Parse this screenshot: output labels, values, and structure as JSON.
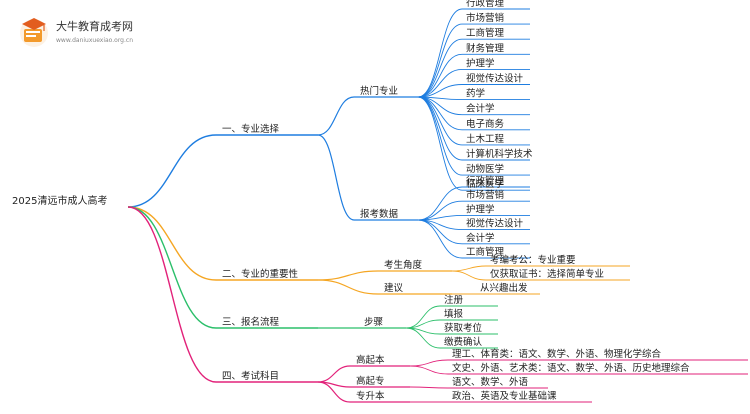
{
  "logo": {
    "title": "大牛教育成考网",
    "url": "www.daniuxuexiao.org.cn",
    "icon": "graduation-book-icon"
  },
  "root": "2025清远市成人高考",
  "colors": {
    "blue": "#1e7de0",
    "orange": "#f5a623",
    "green": "#2bbf6a",
    "magenta": "#e2227a"
  },
  "branches": [
    {
      "label": "一、专业选择",
      "children": [
        {
          "label": "热门专业",
          "leaves": [
            "行政管理",
            "市场营销",
            "工商管理",
            "财务管理",
            "护理学",
            "视觉传达设计",
            "药学",
            "会计学",
            "电子商务",
            "土木工程",
            "计算机科学技术",
            "动物医学",
            "临床医学"
          ]
        },
        {
          "label": "报考数据",
          "leaves": [
            "行政管理",
            "市场营销",
            "护理学",
            "视觉传达设计",
            "会计学",
            "工商管理"
          ]
        }
      ]
    },
    {
      "label": "二、专业的重要性",
      "children": [
        {
          "label": "考生角度",
          "leaves": [
            "考编考公：专业重要",
            "仅获取证书：选择简单专业"
          ]
        },
        {
          "label": "建议",
          "leaves": [
            "从兴趣出发"
          ]
        }
      ]
    },
    {
      "label": "三、报名流程",
      "children": [
        {
          "label": "步骤",
          "leaves": [
            "注册",
            "填报",
            "获取考位",
            "缴费确认"
          ]
        }
      ]
    },
    {
      "label": "四、考试科目",
      "children": [
        {
          "label": "高起本",
          "leaves": [
            "理工、体育类：语文、数学、外语、物理化学综合",
            "文史、外语、艺术类：语文、数学、外语、历史地理综合"
          ]
        },
        {
          "label": "高起专",
          "leaves": [
            "语文、数学、外语"
          ]
        },
        {
          "label": "专升本",
          "leaves": [
            "政治、英语及专业基础课"
          ]
        }
      ]
    }
  ]
}
